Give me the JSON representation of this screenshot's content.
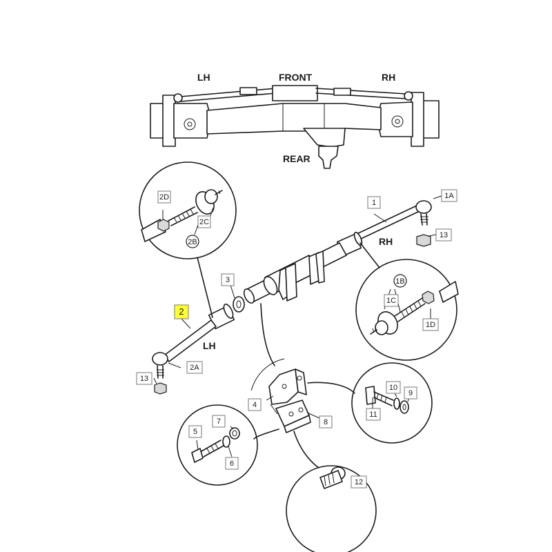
{
  "orientation": {
    "lh": "LH",
    "front": "FRONT",
    "rh": "RH",
    "rear": "REAR"
  },
  "side_labels": {
    "rh": "RH",
    "lh": "LH"
  },
  "callouts": {
    "c2D": "2D",
    "c2C": "2C",
    "c2B": "2B",
    "c1": "1",
    "c1A": "1A",
    "c13_top": "13",
    "c3": "3",
    "c2": "2",
    "c1B": "1B",
    "c1C": "1C",
    "c1D": "1D",
    "c2A": "2A",
    "c13_bottom": "13",
    "c4": "4",
    "c10": "10",
    "c9": "9",
    "c11": "11",
    "c8": "8",
    "c5": "5",
    "c7": "7",
    "c6": "6",
    "c12": "12"
  },
  "highlight": {
    "color": "#ffff33",
    "item": "2"
  }
}
